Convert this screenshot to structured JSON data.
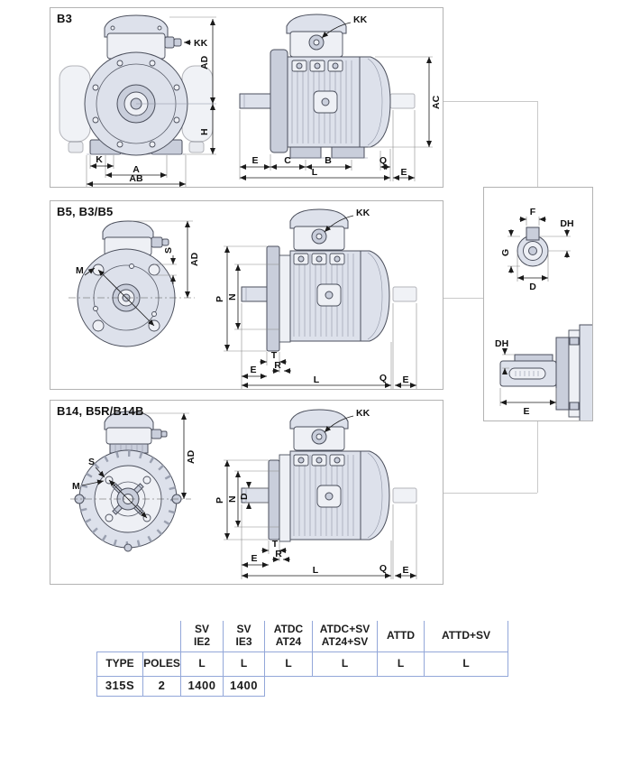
{
  "panels": [
    {
      "title": "B3",
      "front": {
        "kk": "KK",
        "ad": "AD",
        "h": "H",
        "k": "K",
        "a": "A",
        "ab": "AB"
      },
      "side": {
        "kk": "KK",
        "ac": "AC",
        "e_front": "E",
        "c": "C",
        "b": "B",
        "q": "Q",
        "l": "L",
        "e_rear": "E"
      }
    },
    {
      "title": "B5, B3/B5",
      "front": {
        "m": "M",
        "s": "S",
        "ad": "AD"
      },
      "side": {
        "kk": "KK",
        "p": "P",
        "n": "N",
        "t": "T",
        "r": "R",
        "e_front": "E",
        "l": "L",
        "q": "Q",
        "e_rear": "E"
      }
    },
    {
      "title": "B14, B5R/B14B",
      "front": {
        "s": "S",
        "m": "M",
        "ad": "AD"
      },
      "side": {
        "kk": "KK",
        "p": "P",
        "n": "N",
        "d": "D",
        "t": "T",
        "r": "R",
        "e_front": "E",
        "l": "L",
        "q": "Q",
        "e_rear": "E"
      }
    }
  ],
  "shaft_detail": {
    "cross_section": {
      "f": "F",
      "dh": "DH",
      "g": "G",
      "d": "D"
    },
    "side_view": {
      "dh": "DH",
      "e": "E"
    }
  },
  "table": {
    "col_type": "TYPE",
    "col_poles": "POLES",
    "groups": [
      {
        "line1": "SV",
        "line2": "IE2"
      },
      {
        "line1": "SV",
        "line2": "IE3"
      },
      {
        "line1": "ATDC",
        "line2": "AT24"
      },
      {
        "line1": "ATDC+SV",
        "line2": "AT24+SV"
      },
      {
        "line1": "ATTD",
        "line2": ""
      },
      {
        "line1": "ATTD+SV",
        "line2": ""
      }
    ],
    "dim_row": [
      "L",
      "L",
      "L",
      "L",
      "L",
      "L"
    ],
    "data_row": {
      "type": "315S",
      "poles": "2",
      "sv_ie2": "1400",
      "sv_ie3": "1400"
    }
  },
  "colors": {
    "blue_text": "#3a55ad",
    "green_text": "#5ba06c",
    "table_border": "#93a7d9",
    "panel_border": "#b3b3b3"
  }
}
